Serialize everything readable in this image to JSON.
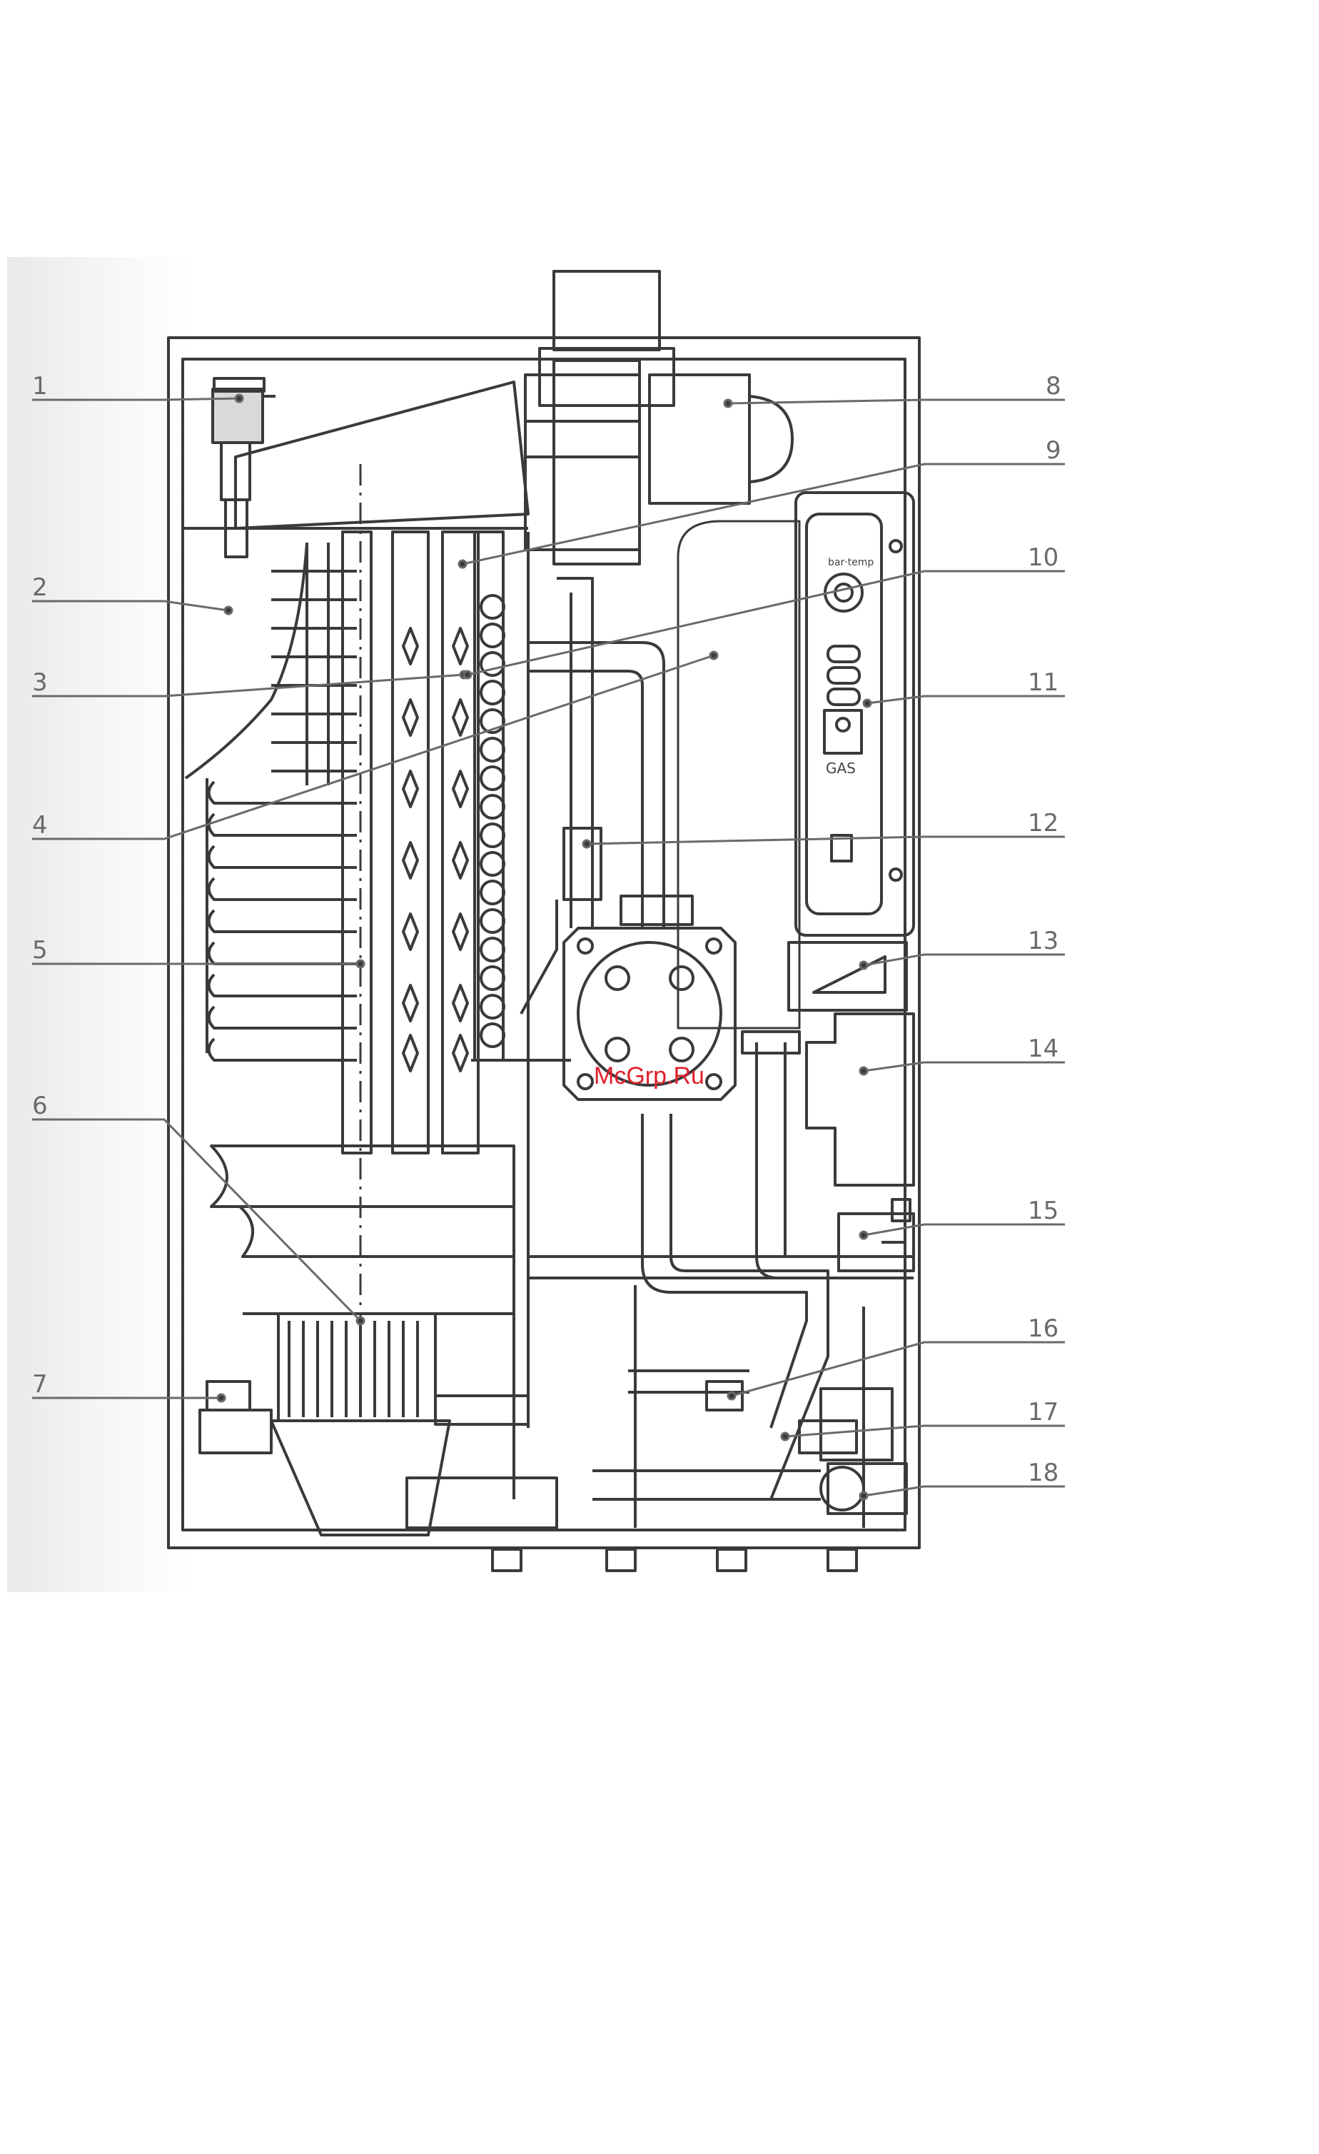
{
  "figure": {
    "callouts": [
      {
        "label": "1"
      },
      {
        "label": "2"
      },
      {
        "label": "3"
      },
      {
        "label": "4"
      },
      {
        "label": "5"
      },
      {
        "label": "6"
      },
      {
        "label": "7"
      },
      {
        "label": "8"
      },
      {
        "label": "9"
      },
      {
        "label": "10"
      },
      {
        "label": "11"
      },
      {
        "label": "12"
      },
      {
        "label": "13"
      },
      {
        "label": "14"
      },
      {
        "label": "15"
      },
      {
        "label": "16"
      },
      {
        "label": "17"
      },
      {
        "label": "18"
      }
    ],
    "control_panel": {
      "gauge_caption": "bar·temp",
      "gas_label": "GAS"
    },
    "watermark": "McGrp.Ru"
  },
  "colors": {
    "line": "#3a3a3a",
    "label": "#6a6a6a",
    "watermark": "#e0202a"
  },
  "icons": [
    "thermometer-gauge-icon",
    "flame-icon"
  ]
}
